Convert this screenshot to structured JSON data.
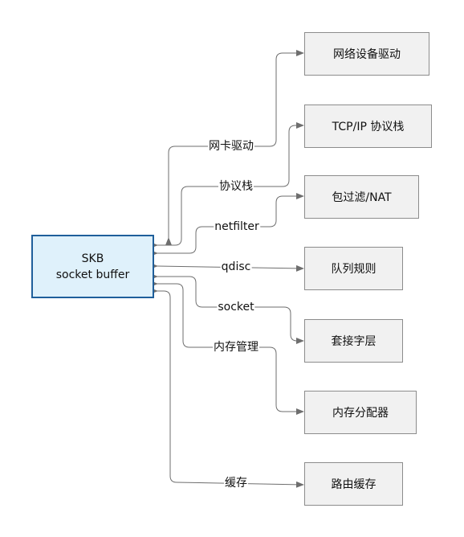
{
  "center": {
    "line1": "SKB",
    "line2": "socket buffer"
  },
  "targets": [
    {
      "text": "网络设备驱动"
    },
    {
      "text": "TCP/IP 协议栈"
    },
    {
      "text": "包过滤/NAT"
    },
    {
      "text": "队列规则"
    },
    {
      "text": "套接字层"
    },
    {
      "text": "内存分配器"
    },
    {
      "text": "路由缓存"
    }
  ],
  "edge_labels": [
    "网卡驱动",
    "协议栈",
    "netfilter",
    "qdisc",
    "socket",
    "内存管理",
    "缓存"
  ],
  "colors": {
    "line": "#6e6e6e",
    "box_fill": "#f1f1f1",
    "box_border": "#8c8c8c",
    "center_fill": "#dff1fb",
    "center_border": "#1f5f9b"
  }
}
